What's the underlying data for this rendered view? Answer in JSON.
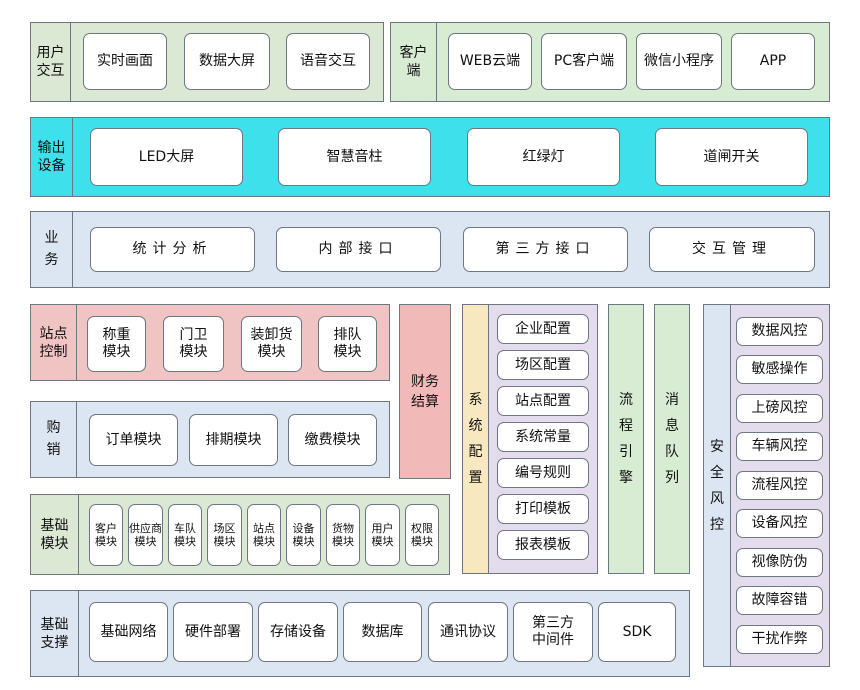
{
  "user_interaction": {
    "label": "用户\n交互",
    "items": [
      "实时画面",
      "数据大屏",
      "语音交互"
    ]
  },
  "client": {
    "label": "客户\n端",
    "items": [
      "WEB云端",
      "PC客户端",
      "微信小程序",
      "APP"
    ]
  },
  "output_devices": {
    "label": "输出\n设备",
    "items": [
      "LED大屏",
      "智慧音柱",
      "红绿灯",
      "道闸开关"
    ]
  },
  "business": {
    "label": "业\n\n务",
    "items": [
      "统计分析",
      "内部接口",
      "第三方接口",
      "交互管理"
    ]
  },
  "station_control": {
    "label": "站点\n控制",
    "items": [
      "称重\n模块",
      "门卫\n模块",
      "装卸货\n模块",
      "排队\n模块"
    ]
  },
  "purchase_sales": {
    "label": "购\n\n销",
    "items": [
      "订单模块",
      "排期模块",
      "缴费模块"
    ]
  },
  "base_modules": {
    "label": "基础\n模块",
    "items": [
      "客户\n模块",
      "供应商\n模块",
      "车队\n模块",
      "场区\n模块",
      "站点\n模块",
      "设备\n模块",
      "货物\n模块",
      "用户\n模块",
      "权限\n模块"
    ]
  },
  "base_support": {
    "label": "基础\n支撑",
    "items": [
      "基础网络",
      "硬件部署",
      "存储设备",
      "数据库",
      "通讯协议",
      "第三方\n中间件",
      "SDK"
    ]
  },
  "finance": {
    "label": "财务\n结算"
  },
  "system_config": {
    "label": "系\n统\n配\n置",
    "items": [
      "企业配置",
      "场区配置",
      "站点配置",
      "系统常量",
      "编号规则",
      "打印模板",
      "报表模板"
    ]
  },
  "workflow_engine": {
    "label": "流\n程\n引\n擎"
  },
  "message_queue": {
    "label": "消\n息\n队\n列"
  },
  "security_risk": {
    "label": "安\n全\n风\n控",
    "items": [
      "数据风控",
      "敏感操作",
      "上磅风控",
      "车辆风控",
      "流程风控",
      "设备风控",
      "视像防伪",
      "故障容错",
      "干扰作弊"
    ]
  }
}
